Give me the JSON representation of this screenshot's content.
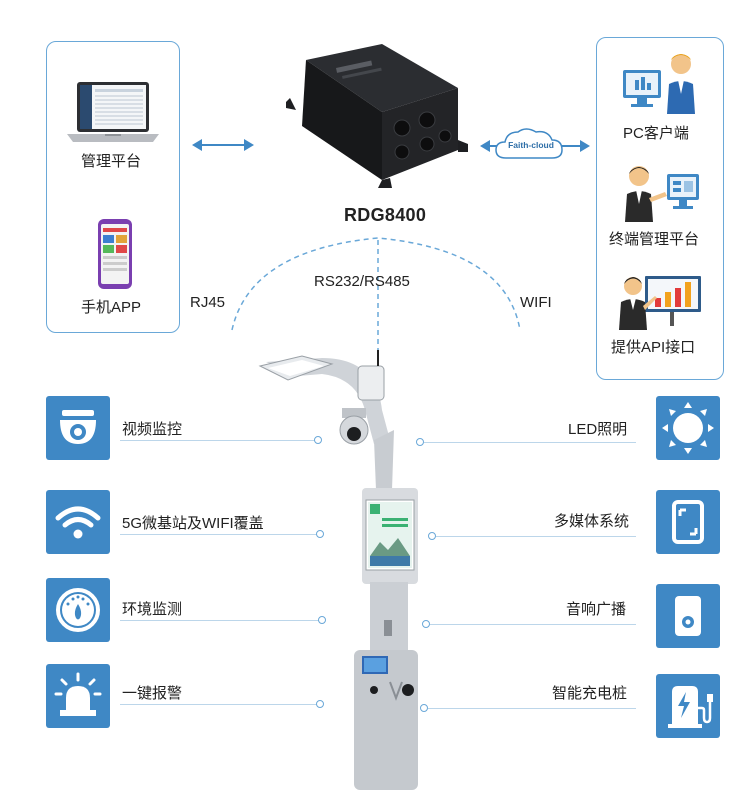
{
  "device": {
    "name": "RDG8400"
  },
  "left_panel": {
    "items": [
      {
        "label": "管理平台"
      },
      {
        "label": "手机APP"
      }
    ]
  },
  "right_panel": {
    "items": [
      {
        "label": "PC客户端"
      },
      {
        "label": "终端管理平台"
      },
      {
        "label": "提供API接口"
      }
    ]
  },
  "cloud": {
    "label": "Faith-cloud"
  },
  "connections": {
    "left": "RJ45",
    "center": "RS232/RS485",
    "right": "WIFI"
  },
  "features_left": [
    {
      "label": "视频监控",
      "icon": "camera-icon"
    },
    {
      "label": "5G微基站及WIFI覆盖",
      "icon": "wifi-icon"
    },
    {
      "label": "环境监测",
      "icon": "gauge-icon"
    },
    {
      "label": "一键报警",
      "icon": "alarm-icon"
    }
  ],
  "features_right": [
    {
      "label": "LED照明",
      "icon": "light-icon"
    },
    {
      "label": "多媒体系统",
      "icon": "screen-icon"
    },
    {
      "label": "音响广播",
      "icon": "speaker-icon"
    },
    {
      "label": "智能充电桩",
      "icon": "charger-icon"
    }
  ],
  "colors": {
    "accent": "#3f88c5",
    "line": "#6aa8d8"
  }
}
